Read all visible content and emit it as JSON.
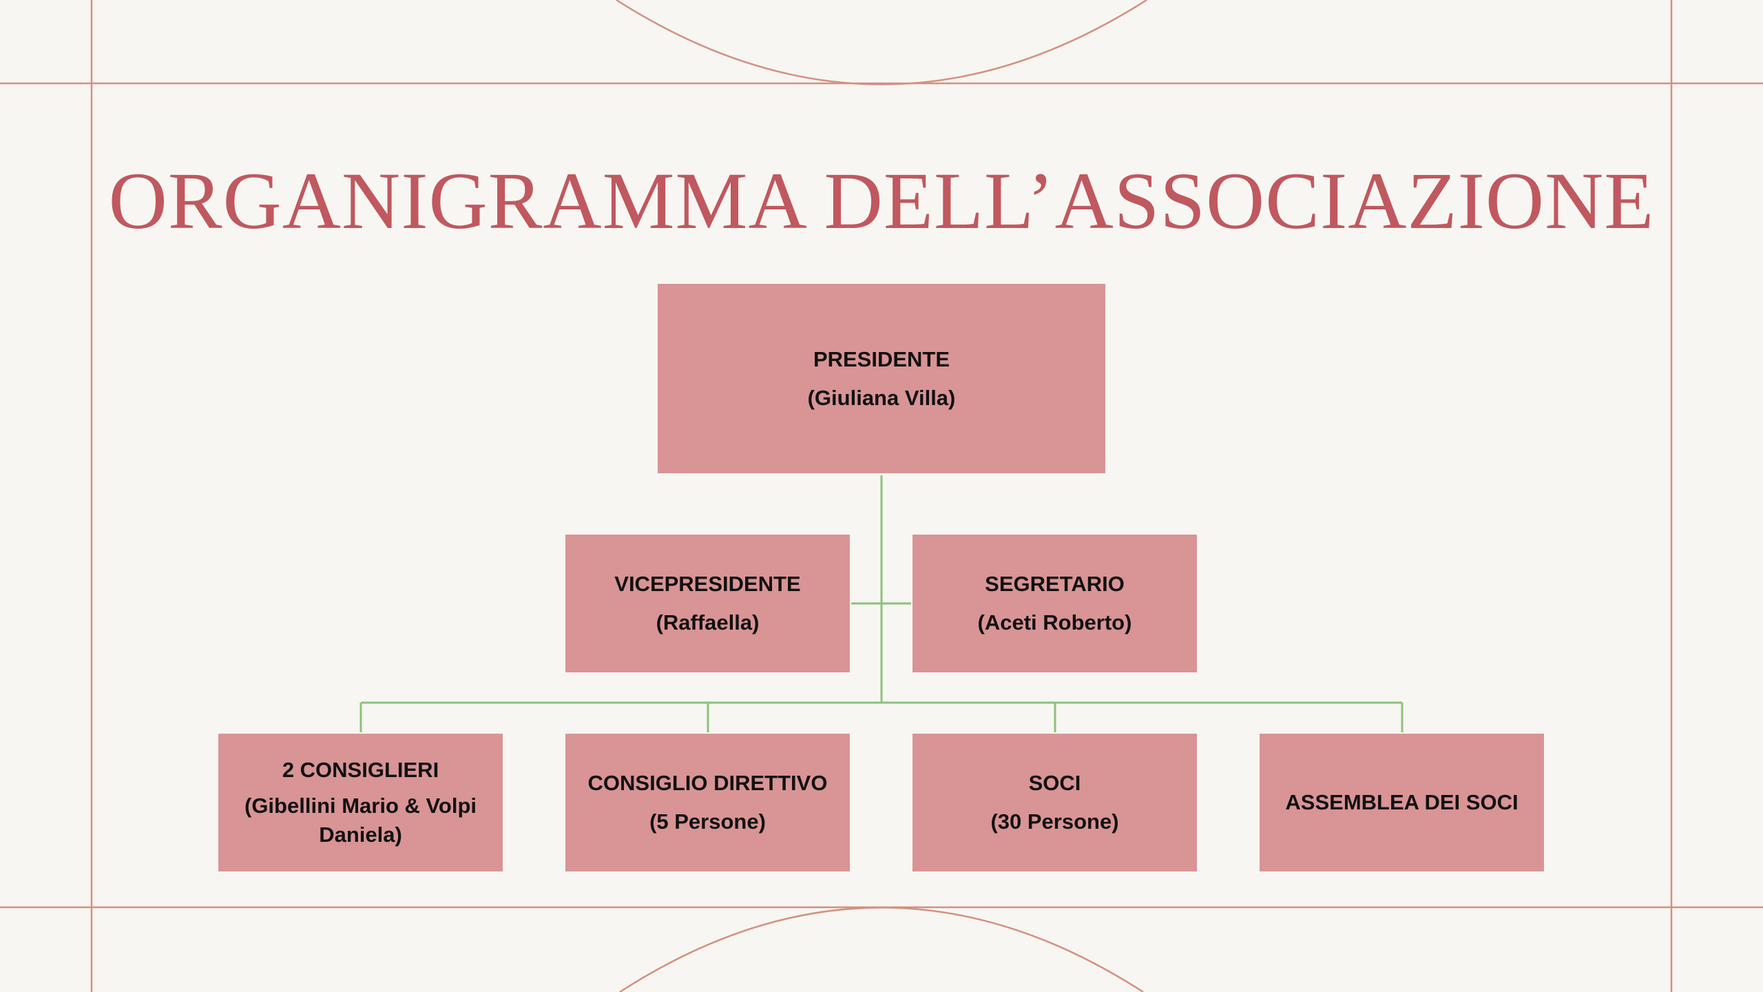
{
  "colors": {
    "background": "#f7f6f2",
    "title": "#c0585f",
    "box_fill": "#d99495",
    "connector": "#8cc27a",
    "frame_line": "#d49080"
  },
  "title": "ORGANIGRAMMA DELL’ASSOCIAZIONE",
  "nodes": {
    "president": {
      "role": "PRESIDENTE",
      "person": "(Giuliana Villa)"
    },
    "vicepresident": {
      "role": "VICEPRESIDENTE",
      "person": "(Raffaella)"
    },
    "secretary": {
      "role": "SEGRETARIO",
      "person": "(Aceti Roberto)"
    },
    "councillors": {
      "role": "2 CONSIGLIERI",
      "person": "(Gibellini Mario & Volpi Daniela)"
    },
    "board": {
      "role": "CONSIGLIO DIRETTIVO",
      "person": "(5 Persone)"
    },
    "members": {
      "role": "SOCI",
      "person": "(30 Persone)"
    },
    "assembly": {
      "role": "ASSEMBLEA DEI SOCI"
    }
  }
}
